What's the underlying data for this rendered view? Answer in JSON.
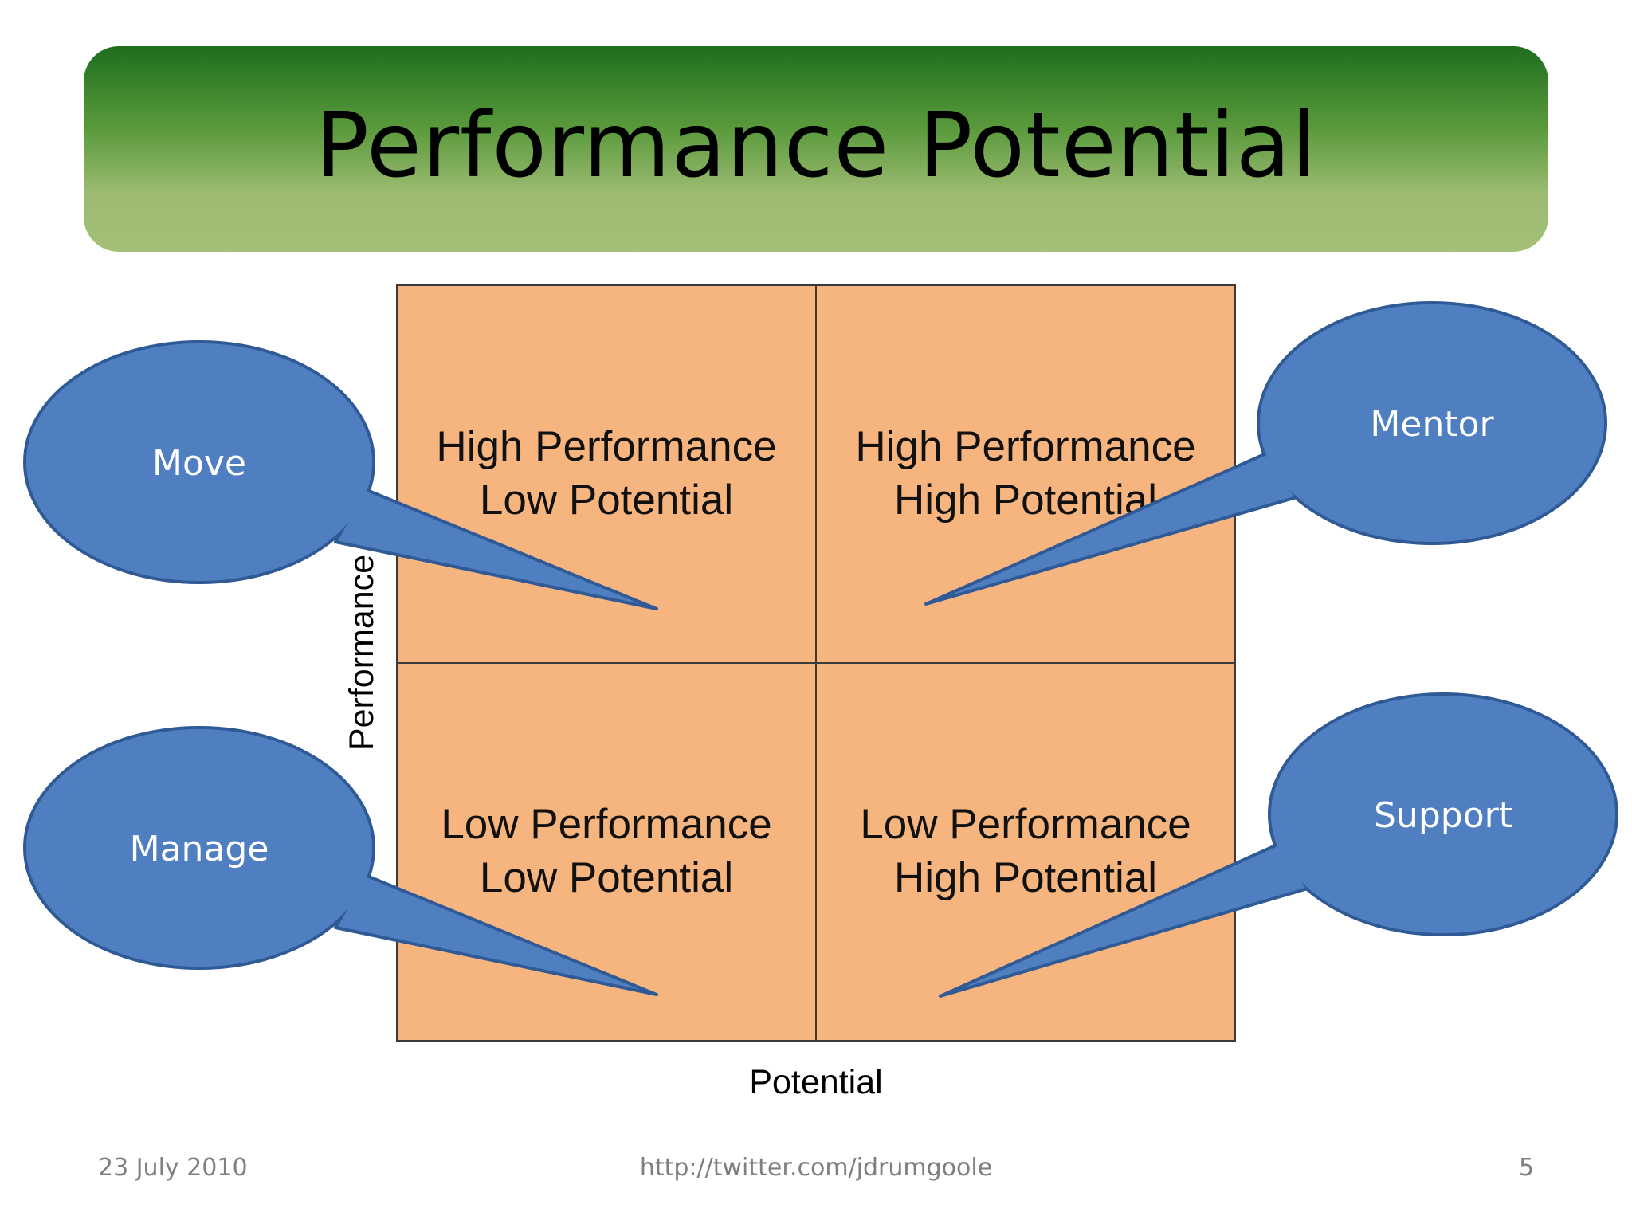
{
  "title": "Performance Potential",
  "grid": {
    "cells": [
      {
        "line1": "High Performance",
        "line2": "Low Potential"
      },
      {
        "line1": "High Performance",
        "line2": "High Potential"
      },
      {
        "line1": "Low Performance",
        "line2": "Low Potential"
      },
      {
        "line1": "Low Performance",
        "line2": "High Potential"
      }
    ],
    "x_axis_label": "Potential",
    "y_axis_label": "Performance"
  },
  "callouts": [
    "Move",
    "Mentor",
    "Manage",
    "Support"
  ],
  "colors": {
    "cell_fill": "#f6b57f",
    "grid_line": "#3a3a3a",
    "bubble_fill": "#4f7fc0",
    "bubble_stroke": "#2f5a96",
    "title_gradient_top": "#1e6e1e",
    "title_gradient_bottom": "#a3bf78"
  },
  "footer": {
    "date": "23 July 2010",
    "url": "http://twitter.com/jdrumgoole",
    "page_number": "5"
  }
}
